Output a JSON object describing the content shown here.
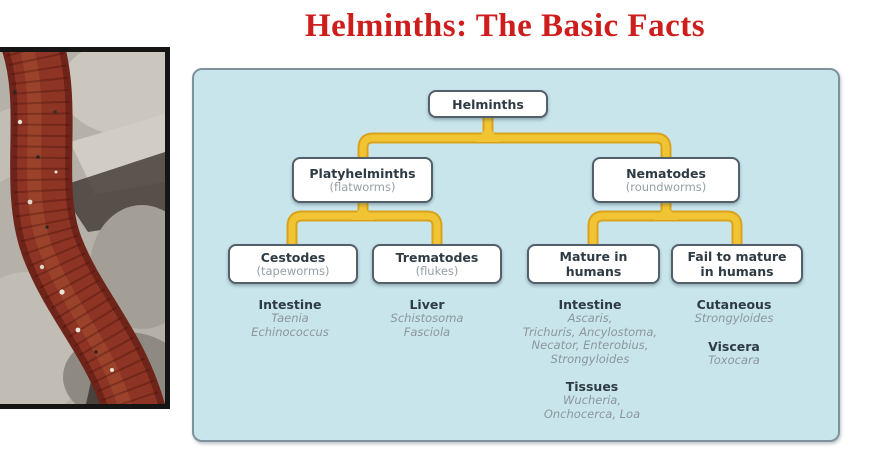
{
  "title": {
    "text": "Helminths: The Basic Facts",
    "color": "#ce1d1d"
  },
  "photo": {
    "description": "close-up of a red-brown segmented worm on grey rocky ground"
  },
  "diagram": {
    "panel_background": "#c9e5ec",
    "connector_color": "#eec22f",
    "nodes": [
      {
        "label": "Helminths",
        "sub": ""
      },
      {
        "label": "Platyhelminths",
        "sub": "(flatworms)"
      },
      {
        "label": "Nematodes",
        "sub": "(roundworms)"
      },
      {
        "label": "Cestodes",
        "sub": "(tapeworms)"
      },
      {
        "label": "Trematodes",
        "sub": "(flukes)"
      },
      {
        "label": "Mature in humans",
        "sub": ""
      },
      {
        "label": "Fail to mature in humans",
        "sub": ""
      }
    ],
    "groups": [
      {
        "header": "Intestine",
        "species": [
          "Taenia",
          "Echinococcus"
        ]
      },
      {
        "header": "Liver",
        "species": [
          "Schistosoma",
          "Fasciola"
        ]
      },
      {
        "header": "Intestine",
        "species": [
          "Ascaris,",
          "Trichuris, Ancylostoma,",
          "Necator, Enterobius,",
          "Strongyloides"
        ]
      },
      {
        "header": "Cutaneous",
        "species": [
          "Strongyloides"
        ]
      },
      {
        "header": "Viscera",
        "species": [
          "Toxocara"
        ]
      },
      {
        "header": "Tissues",
        "species": [
          "Wucheria,",
          "Onchocerca, Loa"
        ]
      }
    ]
  }
}
